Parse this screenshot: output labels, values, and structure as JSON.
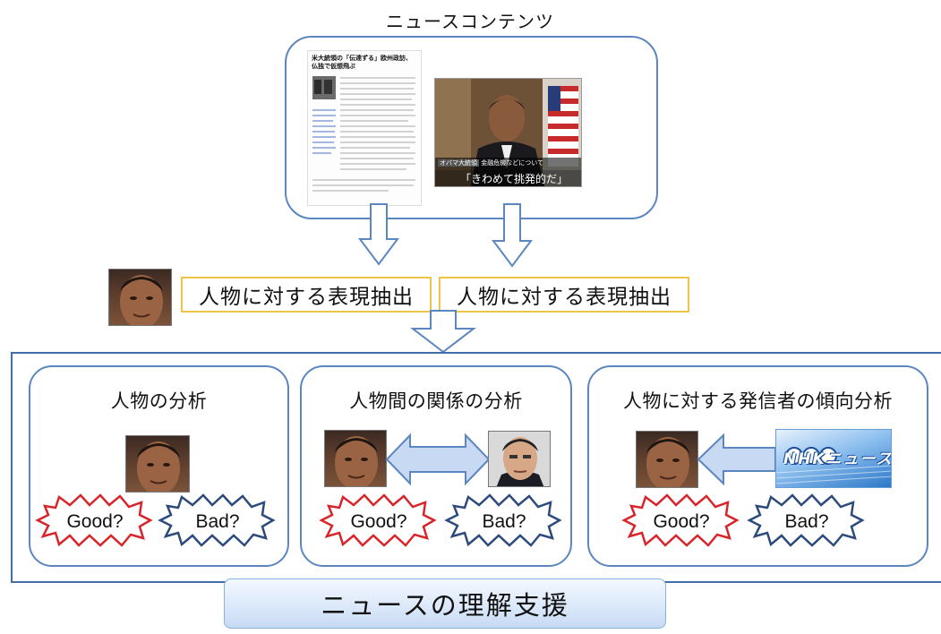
{
  "top_title": "ニュースコンテンツ",
  "article": {
    "headline": "米大統領の「伝達ずる」欧州政訪、仏独で仮想飛ぶ"
  },
  "video": {
    "caption_name": "オバマ大統領",
    "caption_small": "金融危機などについて",
    "caption_quote": "「きわめて挑発的だ」"
  },
  "extract": {
    "left": "人物に対する表現抽出",
    "right": "人物に対する表現抽出"
  },
  "panels": [
    {
      "title": "人物の分析",
      "good": "Good?",
      "bad": "Bad?"
    },
    {
      "title": "人物間の関係の分析",
      "good": "Good?",
      "bad": "Bad?"
    },
    {
      "title": "人物に対する発信者の傾向分析",
      "good": "Good?",
      "bad": "Bad?"
    }
  ],
  "broadcaster_logo": "NHKニュース",
  "footer": "ニュースの理解支援",
  "colors": {
    "box_border": "#5b86c0",
    "frame_border": "#3f6fa8",
    "extract_border": "#f2c34a",
    "good_star": "#d8242a",
    "bad_star": "#2c4a7c",
    "arrow_fill": "#c7d9f3",
    "arrow_stroke": "#5b86c0"
  }
}
